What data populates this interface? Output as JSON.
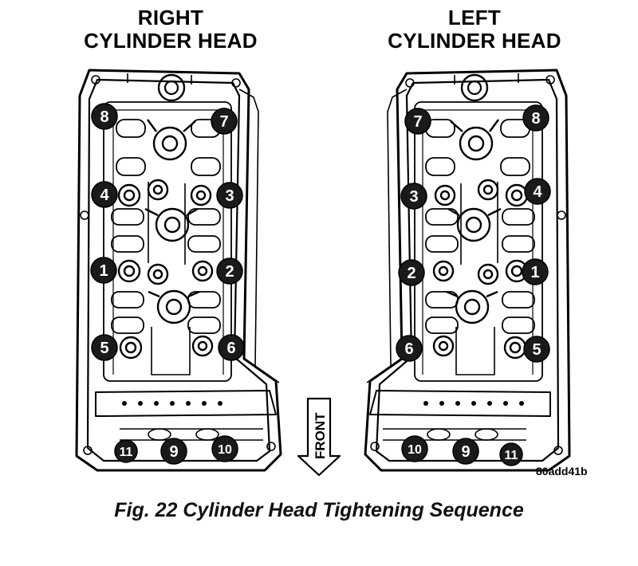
{
  "titles": {
    "right_head": {
      "line1": "RIGHT",
      "line2": "CYLINDER HEAD"
    },
    "left_head": {
      "line1": "LEFT",
      "line2": "CYLINDER HEAD"
    }
  },
  "front_arrow_label": "FRONT",
  "figure_code": "80add41b",
  "caption": "Fig. 22 Cylinder Head Tightening Sequence",
  "colors": {
    "ink": "#000000",
    "paper": "#ffffff",
    "callout_fill": "#1a1a1a",
    "callout_text": "#ffffff"
  },
  "right_head_callouts": [
    "8",
    "7",
    "4",
    "3",
    "1",
    "2",
    "5",
    "6",
    "11",
    "9",
    "10"
  ],
  "left_head_callouts": [
    "7",
    "8",
    "3",
    "4",
    "2",
    "1",
    "6",
    "5",
    "10",
    "9",
    "11"
  ]
}
